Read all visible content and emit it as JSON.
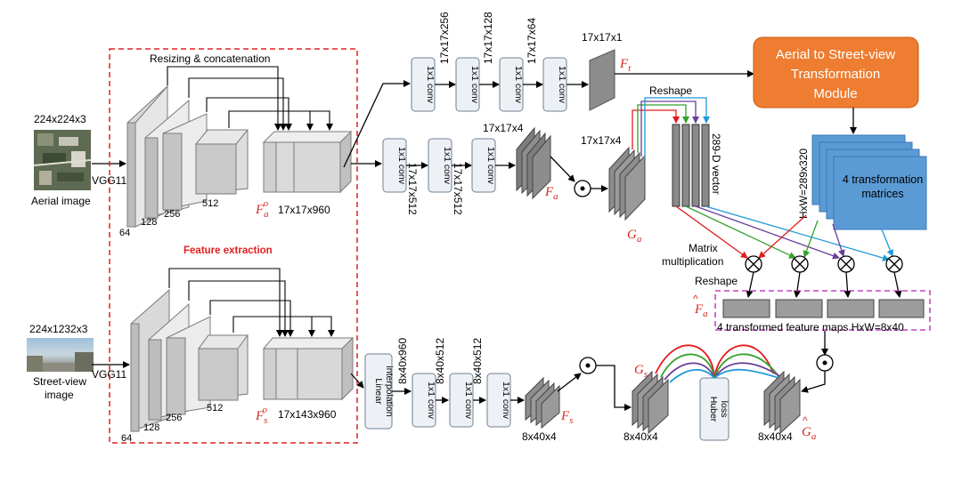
{
  "inputs": {
    "aerial": {
      "size": "224x224x3",
      "label": "Aerial image",
      "backbone": "VGG11"
    },
    "street": {
      "size": "224x1232x3",
      "label_line1": "Street-view",
      "label_line2": "image",
      "backbone": "VGG11"
    }
  },
  "feature_extraction": {
    "title": "Feature extraction",
    "resize_label": "Resizing & concatenation",
    "aerial_channels": [
      "64",
      "128",
      "256",
      "512"
    ],
    "street_channels": [
      "64",
      "128",
      "256",
      "512"
    ],
    "aerial_feature_symbol": "F",
    "aerial_feature_sup": "o",
    "aerial_feature_sub": "a",
    "aerial_feature_size": "17x17x960",
    "street_feature_symbol": "F",
    "street_feature_sup": "o",
    "street_feature_sub": "s",
    "street_feature_size": "17x143x960"
  },
  "top_branch": {
    "conv_label": "1x1 conv",
    "sizes": [
      "17x17x256",
      "17x17x128",
      "17x17x64"
    ],
    "output_size": "17x17x1",
    "output_symbol": "F",
    "output_sub": "t"
  },
  "mid_branch": {
    "conv_label": "1x1 conv",
    "sizes": [
      "17x17x512",
      "17x17x512"
    ],
    "output_size": "17x17x4",
    "output_symbol": "F",
    "output_sub": "a",
    "ga_size": "17x17x4",
    "ga_symbol": "G",
    "ga_sub": "a",
    "reshape_label": "Reshape",
    "vector_label": "289-D vector"
  },
  "transformation": {
    "module_lines": [
      "Aerial to Street-view",
      "Transformation",
      "Module"
    ],
    "hw_label": "HxW=289x320",
    "matrices_lines": [
      "4 transformation",
      "matrices"
    ],
    "module_color": "#ee7d31",
    "matrix_color": "#5b9bd5"
  },
  "multiplication": {
    "label_line1": "Matrix",
    "label_line2": "multiplication",
    "reshape_label": "Reshape",
    "transformed_symbol": "F",
    "transformed_sub": "a",
    "maps_label": "4 transformed feature maps HxW=8x40",
    "line_colors": [
      "#e31a1c",
      "#33a02c",
      "#6a3d9a",
      "#1f9ad6"
    ]
  },
  "bottom_branch": {
    "interp_line1": "Linear",
    "interp_line2": "interpolation",
    "conv_label": "1x1 conv",
    "sizes": [
      "8x40x960",
      "8x40x512",
      "8x40x512"
    ],
    "output_size": "8x40x4",
    "output_symbol": "F",
    "output_sub": "s",
    "gs_size": "8x40x4",
    "gs_symbol": "G",
    "gs_sub": "s",
    "loss_line1": "Huber",
    "loss_line2": "loss",
    "ga_hat_size": "8x40x4",
    "ga_hat_symbol": "G",
    "ga_hat_sub": "a"
  }
}
